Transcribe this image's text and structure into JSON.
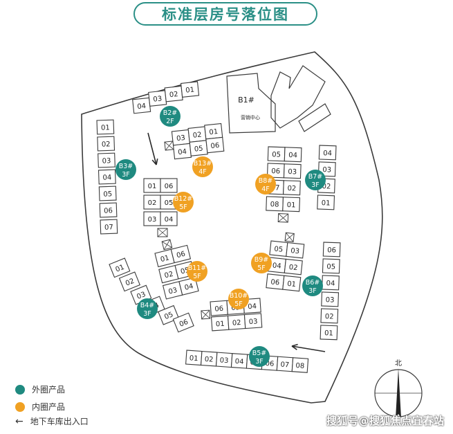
{
  "title": "标准层房号落位图",
  "colors": {
    "outer": "#1f8a80",
    "inner": "#f0a123",
    "line": "#3a3a3a",
    "title": "#2a8f86"
  },
  "legend": {
    "outer_label": "外圈产品",
    "inner_label": "内圈产品",
    "entrance_label": "地下车库出入口"
  },
  "compass_label": "北",
  "watermark": "搜狐号@搜狐焦点宜春站",
  "sales_center": {
    "name": "B1#",
    "sub": "营销中心"
  },
  "buildings": [
    {
      "id": "b2",
      "units": [
        "04",
        "03",
        "02",
        "01"
      ]
    },
    {
      "id": "b13",
      "units": [
        "03",
        "02",
        "01",
        "04",
        "05",
        "06"
      ]
    },
    {
      "id": "b3",
      "units": [
        "01",
        "02",
        "03",
        "04",
        "05",
        "06",
        "07"
      ]
    },
    {
      "id": "b12",
      "units": [
        "01",
        "06",
        "02",
        "05",
        "03",
        "04"
      ]
    },
    {
      "id": "b8",
      "units": [
        "05",
        "04",
        "06",
        "03",
        "07",
        "02",
        "08",
        "01"
      ]
    },
    {
      "id": "b7",
      "units": [
        "04",
        "03",
        "02",
        "01"
      ]
    },
    {
      "id": "b11",
      "units": [
        "01",
        "06",
        "02",
        "05",
        "03",
        "04"
      ]
    },
    {
      "id": "b9",
      "units": [
        "05",
        "03",
        "04",
        "02",
        "06",
        "01"
      ]
    },
    {
      "id": "b6",
      "units": [
        "06",
        "05",
        "04",
        "03",
        "02",
        "01"
      ]
    },
    {
      "id": "b4",
      "units": [
        "01",
        "02",
        "03",
        "04",
        "05",
        "06"
      ]
    },
    {
      "id": "b10",
      "units": [
        "06",
        "05",
        "04",
        "01",
        "02",
        "03"
      ]
    },
    {
      "id": "b5",
      "units": [
        "01",
        "02",
        "03",
        "04",
        "05",
        "06",
        "07",
        "08"
      ]
    }
  ],
  "markers": [
    {
      "id": "B2",
      "line1": "B2#",
      "line2": "2F",
      "kind": "outer"
    },
    {
      "id": "B13",
      "line1": "B13#",
      "line2": "4F",
      "kind": "inner"
    },
    {
      "id": "B3",
      "line1": "B3#",
      "line2": "3F",
      "kind": "outer"
    },
    {
      "id": "B12",
      "line1": "B12#",
      "line2": "5F",
      "kind": "inner"
    },
    {
      "id": "B8",
      "line1": "B8#",
      "line2": "4F",
      "kind": "inner"
    },
    {
      "id": "B7",
      "line1": "B7#",
      "line2": "3F",
      "kind": "outer"
    },
    {
      "id": "B11",
      "line1": "B11#",
      "line2": "5F",
      "kind": "inner"
    },
    {
      "id": "B9",
      "line1": "B9#",
      "line2": "5F",
      "kind": "inner"
    },
    {
      "id": "B6",
      "line1": "B6#",
      "line2": "3F",
      "kind": "outer"
    },
    {
      "id": "B4",
      "line1": "B4#",
      "line2": "3F",
      "kind": "outer"
    },
    {
      "id": "B10",
      "line1": "B10#",
      "line2": "5F",
      "kind": "inner"
    },
    {
      "id": "B5",
      "line1": "B5#",
      "line2": "3F",
      "kind": "outer"
    }
  ]
}
